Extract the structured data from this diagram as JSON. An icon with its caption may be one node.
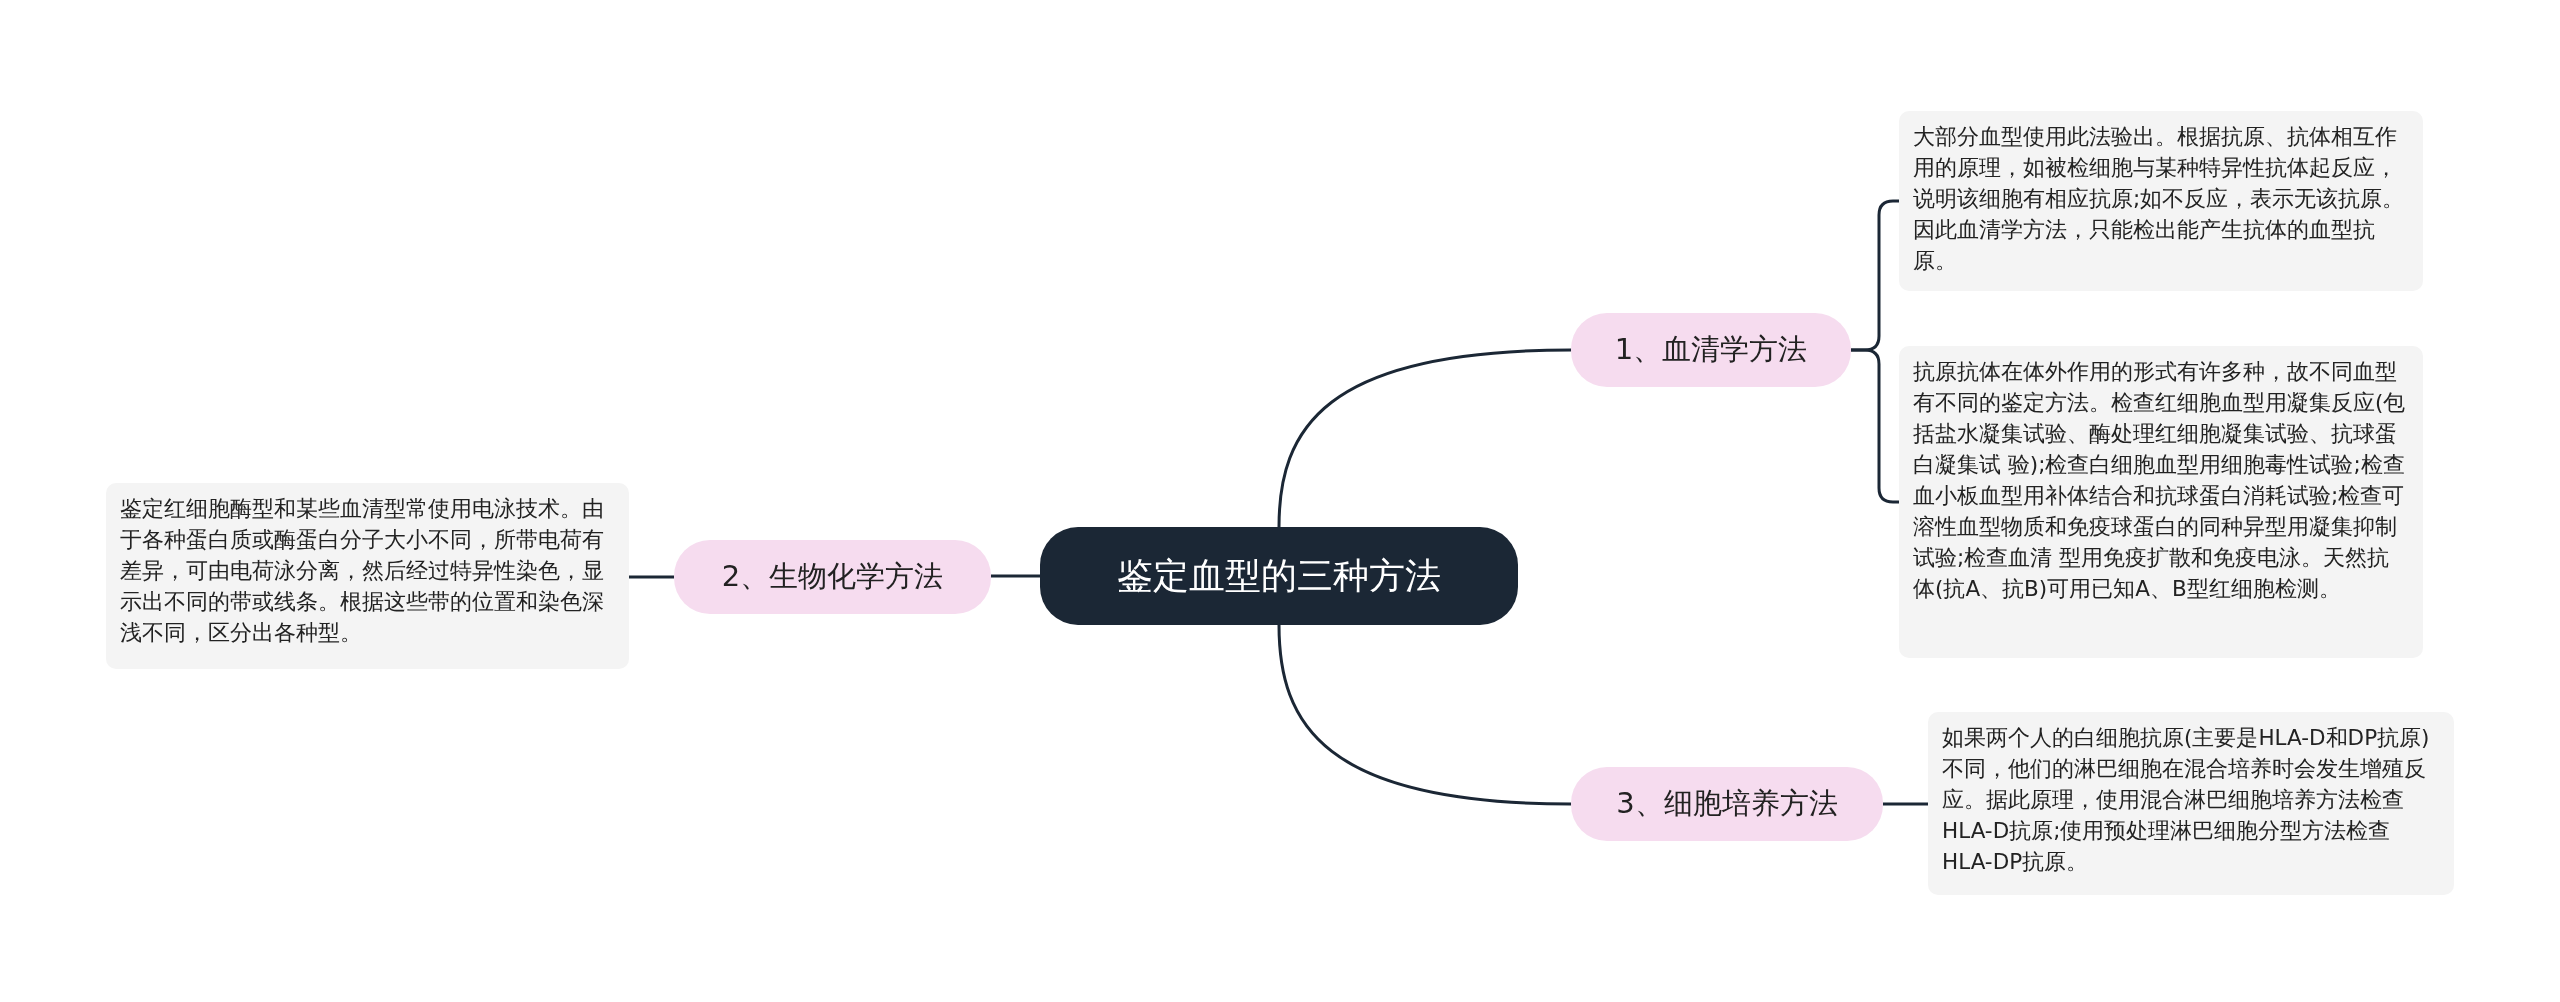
{
  "diagram": {
    "nodes": [
      {
        "text": [
          "鉴定血型的三种方法"
        ]
      },
      {
        "text": [
          "1、血清学方法"
        ]
      },
      {
        "text": [
          "大部分血型使用此法验出。根据抗原、抗体相互作用的原理，如被检细胞与某种特异性抗体起反应，说明该细胞有相应抗原;如不反应，表示无该抗原。因此血清学方法，只能检出能产生抗体的血型抗原。"
        ]
      },
      {
        "text": [
          "抗原抗体在体外作用的形式有许多种，故不同血型有不同的鉴定方法。检查红细胞血型用凝集反应(包括盐水凝集试验、酶处理红细胞凝集试验、抗球蛋白凝集试 验);检查白细胞血型用细胞毒性试验;检查血小板血型用补体结合和抗球蛋白消耗试验;检查可溶性血型物质和免疫球蛋白的同种异型用凝集抑制试验;检查血清 型用免疫扩散和免疫电泳。天然抗体(抗A、抗B)可用已知A、B型红细胞检测。"
        ]
      },
      {
        "text": [
          "2、生物化学方法"
        ]
      },
      {
        "text": [
          "鉴定红细胞酶型和某些血清型常使用电泳技术。由于各种蛋白质或酶蛋白分子大小不同，所带电荷有差异，可由电荷泳分离，然后经过特异性染色，显示出不同的带或线条。根据这些带的位置和染色深浅不同，区分出各种型。"
        ]
      },
      {
        "text": [
          "3、细胞培养方法"
        ]
      },
      {
        "text": [
          "如果两个人的白细胞抗原(主要是HLA-D和DP抗原)不同，他们的淋巴细胞在混合培养时会发生增殖反应。据此原理，使用混合淋巴细胞培养方法检查HLA-D抗原;使用预处理淋巴细胞分型方法检查HLA-DP抗原。"
        ]
      }
    ],
    "edges": [
      {
        "from": 0,
        "to": 1,
        "arrow": "none"
      },
      {
        "from": 1,
        "to": 2,
        "arrow": "none"
      },
      {
        "from": 1,
        "to": 3,
        "arrow": "none"
      },
      {
        "from": 0,
        "to": 4,
        "arrow": "none"
      },
      {
        "from": 4,
        "to": 5,
        "arrow": "none"
      },
      {
        "from": 0,
        "to": 6,
        "arrow": "none"
      },
      {
        "from": 6,
        "to": 7,
        "arrow": "none"
      }
    ]
  }
}
